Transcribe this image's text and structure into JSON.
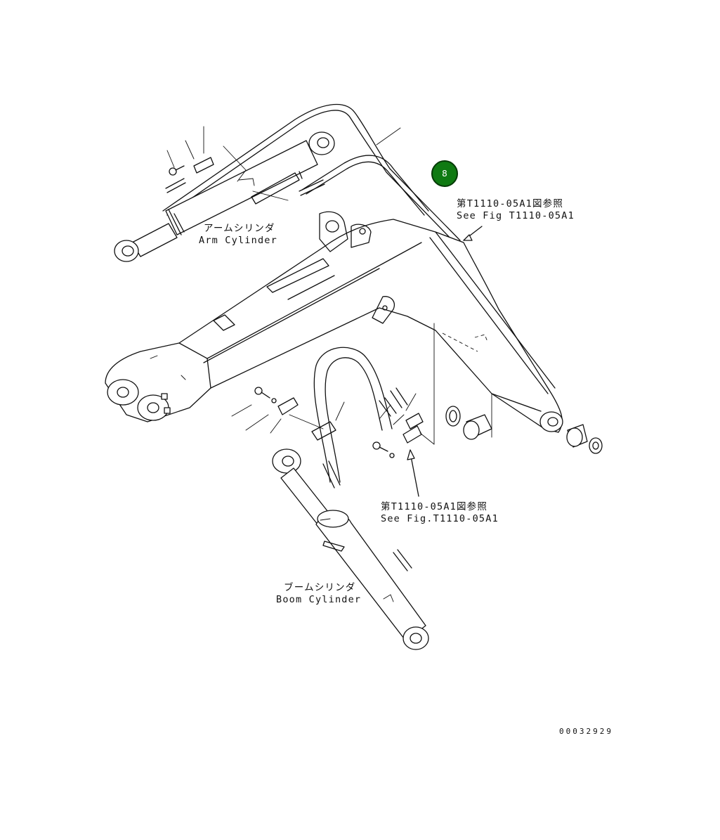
{
  "callout": {
    "label": "8",
    "color": "#0f7a12"
  },
  "refs": {
    "top": {
      "jp": "第T1110-05A1図参照",
      "en": "See Fig T1110-05A1"
    },
    "bottom": {
      "jp": "第T1110-05A1図参照",
      "en": "See Fig.T1110-05A1"
    }
  },
  "components": {
    "arm_cylinder": {
      "jp": "アームシリンダ",
      "en": "Arm Cylinder"
    },
    "boom_cylinder": {
      "jp": "ブームシリンダ",
      "en": "Boom Cylinder"
    }
  },
  "document_number": "00032929"
}
